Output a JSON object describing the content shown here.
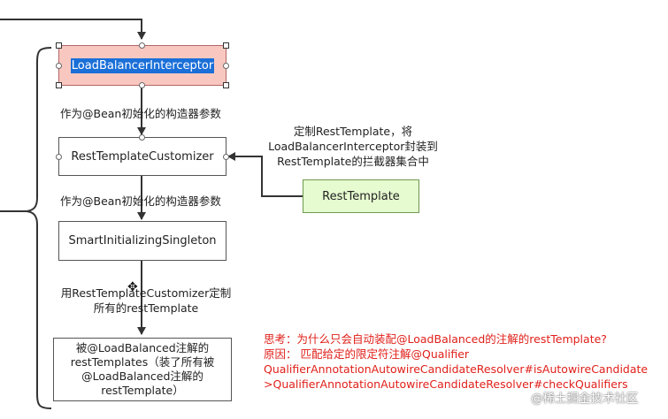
{
  "nodes": {
    "interceptor": "LoadBalancerInterceptor",
    "customizer": "RestTemplateCustomizer",
    "singleton": "SmartInitializingSingleton",
    "rest_template": "RestTemplate",
    "result": [
      "被@LoadBalanced注解的",
      "restTemplates（装了所有被",
      "@LoadBalanced注解的",
      "restTemplate）"
    ]
  },
  "edge_labels": {
    "bean_param_1": "作为@Bean初始化的构造器参数",
    "bean_param_2": "作为@Bean初始化的构造器参数",
    "customize": [
      "用RestTemplateCustomizer定制",
      "所有的restTemplate"
    ],
    "wrap": [
      "定制RestTemplate，将",
      "LoadBalancerInterceptor封装到",
      "RestTemplate的拦截器集合中"
    ]
  },
  "note": {
    "question": "思考：为什么只会自动装配@LoadBalanced的注解的restTemplate?",
    "reason_1": "原因：   匹配给定的限定符注解@Qualifier",
    "reason_2": "QualifierAnnotationAutowireCandidateResolver#isAutowireCandidate",
    "reason_3": ">QualifierAnnotationAutowireCandidateResolver#checkQualifiers"
  },
  "watermark": "@稀土掘金技术社区",
  "colors": {
    "interceptor_fill": "#f8c8c0",
    "interceptor_border": "#b36666",
    "selection_bg": "#1a6fd8",
    "rest_template_fill": "#e6fbd0",
    "rest_template_border": "#6e9a4e",
    "note_text": "#e0201a"
  }
}
